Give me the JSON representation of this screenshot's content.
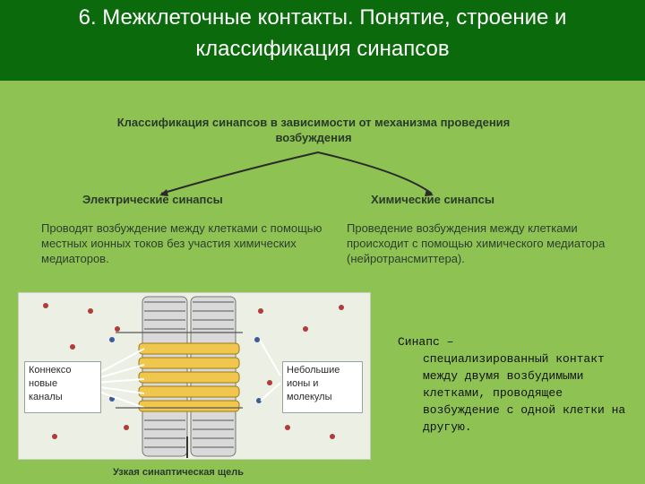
{
  "slide": {
    "title_line1": "6. Межклеточные контакты. Понятие, строение и",
    "title_line2": "классификация синапсов"
  },
  "classification": {
    "title": "Классификация синапсов в зависимости от механизма проведения возбуждения",
    "electrical": {
      "title": "Электрические синапсы",
      "desc": "Проводят возбуждение между клетками с помощью местных ионных токов без участия химических медиаторов."
    },
    "chemical": {
      "title": "Химические синапсы",
      "desc": "Проведение возбуждения между клетками происходит с помощью химического медиатора (нейротрансмиттера)."
    }
  },
  "figure": {
    "label_left": "Коннексоновые каналы",
    "label_left_lines": [
      "Коннексо",
      "новые",
      "каналы"
    ],
    "label_right_lines": [
      "Небольшие",
      "ионы и",
      "молекулы"
    ],
    "bottom_label": "Узкая синаптическая щель"
  },
  "definition": {
    "term": "Синапс –",
    "body": "специализированный контакт между двумя возбудимыми клетками, проводящее возбуждение с одной клетки на другую."
  },
  "colors": {
    "title_bg": "#0b6a0b",
    "slide_bg": "#8ec354",
    "membrane": "#e9c64a",
    "dot_red": "#b23a3a",
    "dot_blue": "#3d5a9e"
  }
}
